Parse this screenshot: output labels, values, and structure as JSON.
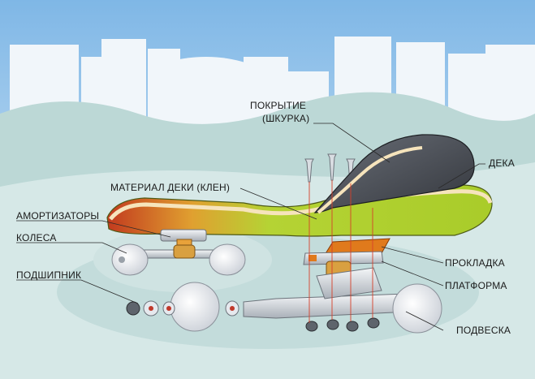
{
  "labels": {
    "grip_line1": "ПОКРЫТИЕ",
    "grip_line2": "(ШКУРКА)",
    "deck": "ДЕКА",
    "deck_material": "МАТЕРИАЛ ДЕКИ (КЛЕН)",
    "bushings": "АМОРТИЗАТОРЫ",
    "wheels": "КОЛЕСА",
    "bearing": "ПОДШИПНИК",
    "riser_pad": "ПРОКЛАДКА",
    "baseplate": "ПЛАТФОРМА",
    "truck": "ПОДВЕСКА"
  },
  "colors": {
    "sky": "#8fc3ea",
    "buildings": "#f2f6f9",
    "hills": "#b9d6d4",
    "ground": "#dfeceb",
    "grip": "#4a4e56",
    "deck_green": "#b5d334",
    "deck_red": "#c23a1e",
    "maple": "#f6e4bc",
    "riser": "#e07a1c",
    "metal": "#c9ced4"
  }
}
